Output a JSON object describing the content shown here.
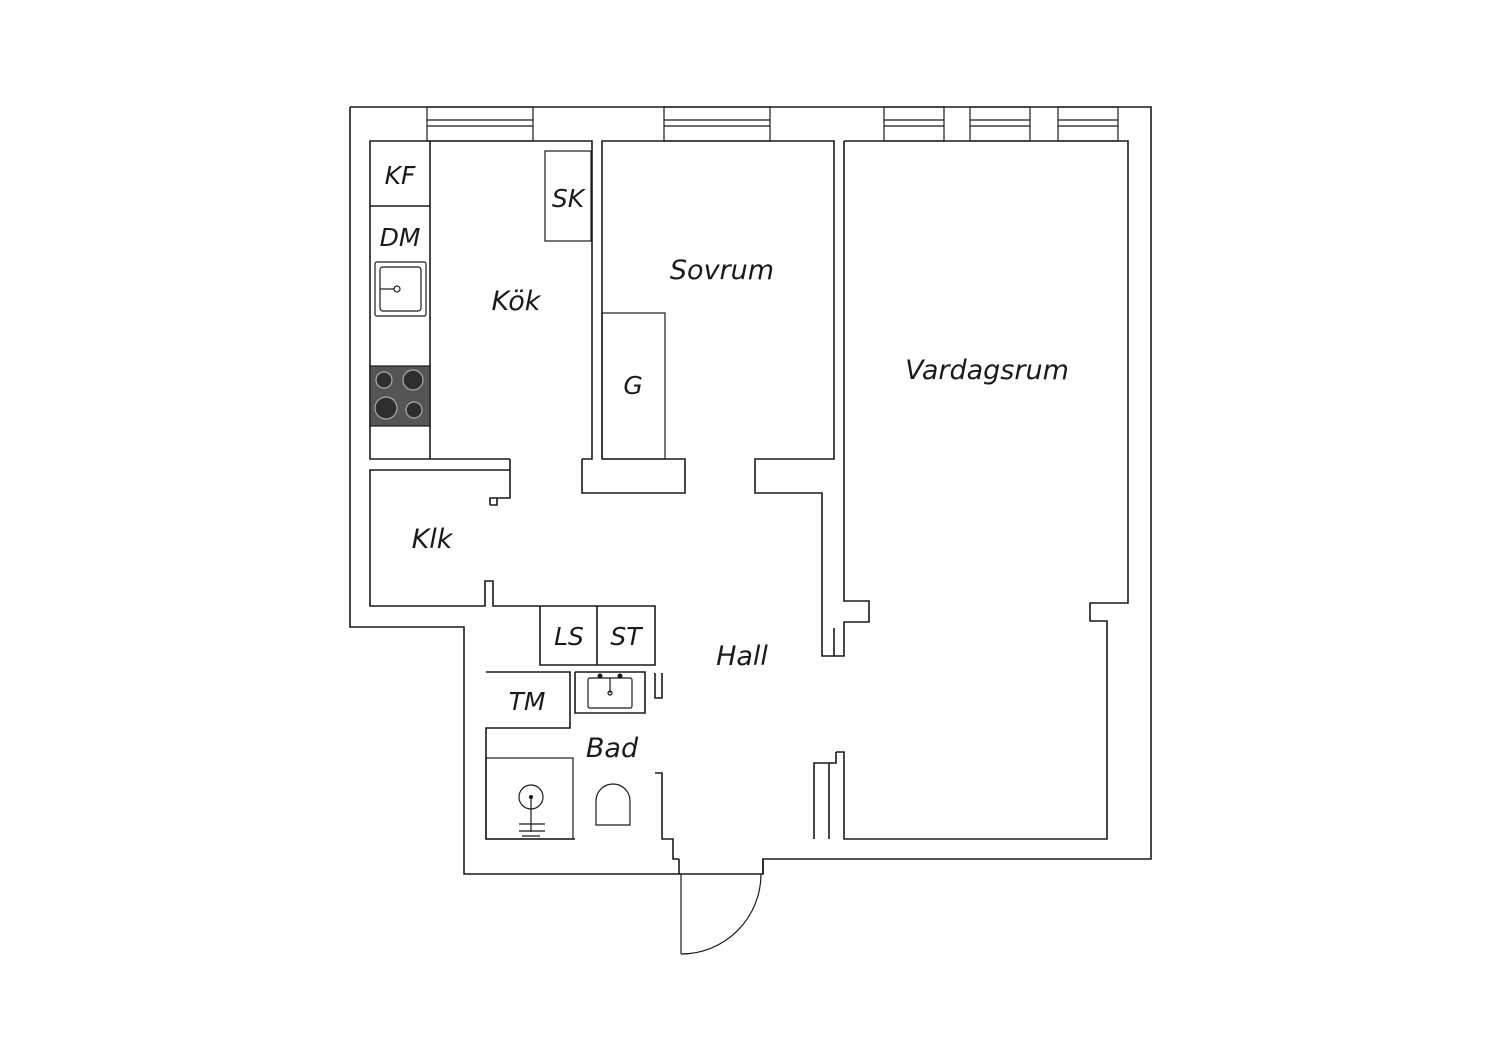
{
  "floorplan": {
    "rooms": {
      "kok": "Kök",
      "sovrum": "Sovrum",
      "vardagsrum": "Vardagsrum",
      "klk": "Klk",
      "hall": "Hall",
      "bad": "Bad"
    },
    "fixtures": {
      "kf": "KF",
      "dm": "DM",
      "sk": "SK",
      "g": "G",
      "ls": "LS",
      "st": "ST",
      "tm": "TM"
    },
    "colors": {
      "line": "#1a1a1a",
      "stove": "#555555",
      "background": "#ffffff"
    }
  }
}
